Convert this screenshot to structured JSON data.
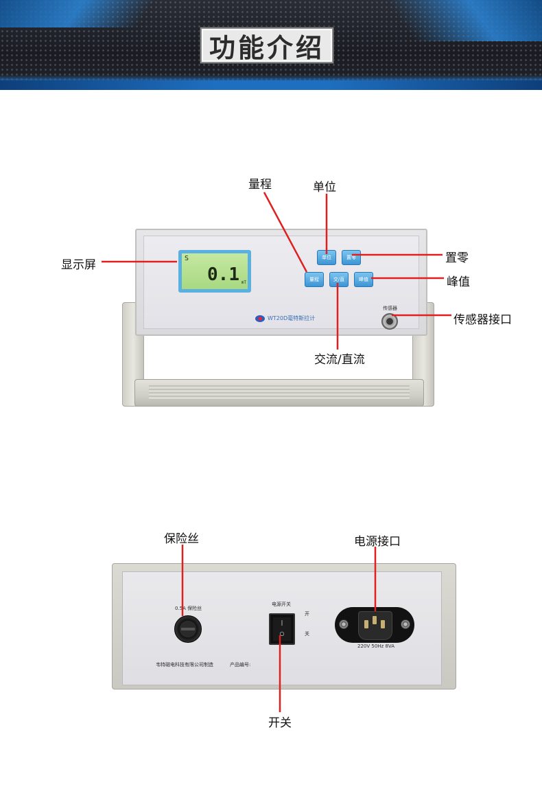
{
  "header": {
    "title": "功能介绍"
  },
  "colors": {
    "leader_line": "#e02020",
    "key_blue": "#3d95d4",
    "lcd_green": "#b4df8c",
    "banner_dark": "#1f2228",
    "banner_blue": "#1f6fc0"
  },
  "front_view": {
    "lcd": {
      "mode_letter": "S",
      "reading": "0.1",
      "unit": "mT"
    },
    "keys": [
      "量程",
      "单位",
      "置零",
      "交流/直流",
      "峰值"
    ],
    "key_faces": {
      "range": "量程",
      "unit": "单位",
      "zero": "置零",
      "acdc": "交/直",
      "peak": "峰值"
    },
    "model_label": "WT20D毫特斯拉计",
    "sensor_port_label": "传感器",
    "callouts": {
      "display": "显示屏",
      "range": "量程",
      "unit": "单位",
      "zero": "置零",
      "peak": "峰值",
      "sensor": "传感器接口",
      "acdc": "交流/直流"
    }
  },
  "back_view": {
    "fuse_label": "0.5A 保险丝",
    "switch_label": "电源开关",
    "switch_on": "开",
    "switch_off": "关",
    "power_rating": "220V 50Hz 8VA",
    "manufacturer": "韦特磁电科技有限公司制造",
    "serial_label": "产品编号:",
    "callouts": {
      "fuse": "保险丝",
      "power": "电源接口",
      "switch": "开关"
    }
  }
}
